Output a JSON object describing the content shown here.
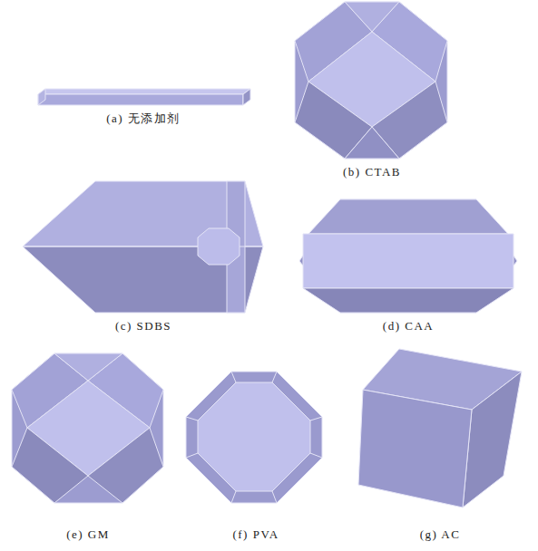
{
  "diagram": {
    "labels": [
      "(a) 无添加剂",
      "(b) CTAB",
      "(c) SDBS",
      "(d) CAA",
      "(e) GM",
      "(f) PVA",
      "(g) AC"
    ]
  }
}
